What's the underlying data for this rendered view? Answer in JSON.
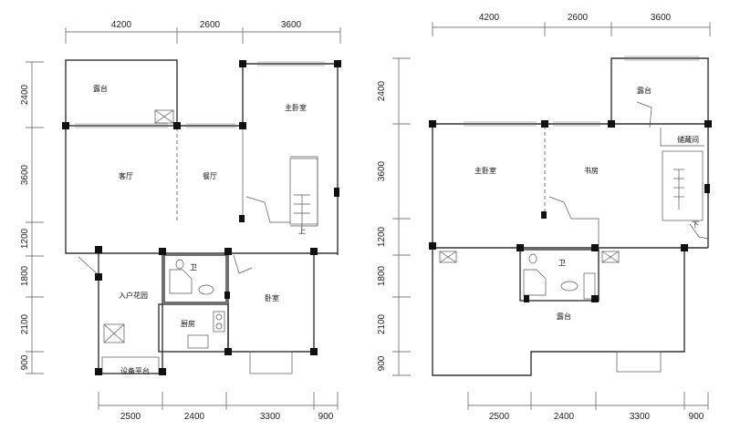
{
  "plans": [
    {
      "top_dims": [
        "4200",
        "2600",
        "3600"
      ],
      "bottom_dims": [
        "2500",
        "2400",
        "3300",
        "900"
      ],
      "left_dims": [
        "2400",
        "3600",
        "1200",
        "1800",
        "2100",
        "900"
      ],
      "rooms": {
        "balcony": "露台",
        "master_bedroom": "主卧室",
        "living_room": "客厅",
        "dining_room": "餐厅",
        "bathroom": "卫",
        "bedroom": "卧室",
        "entry_garden": "入户花园",
        "kitchen": "厨房",
        "service_balcony": "设备平台",
        "stair_up": "上"
      }
    },
    {
      "top_dims": [
        "4200",
        "2600",
        "3600"
      ],
      "bottom_dims": [
        "2500",
        "2400",
        "3300",
        "900"
      ],
      "left_dims": [
        "2400",
        "3600",
        "1200",
        "1800",
        "2100",
        "900"
      ],
      "rooms": {
        "balcony_top": "露台",
        "master_bedroom": "主卧室",
        "study": "书房",
        "cloakroom": "储藏间",
        "bathroom": "卫",
        "balcony_bottom": "露台",
        "stair_down": "下"
      }
    }
  ]
}
